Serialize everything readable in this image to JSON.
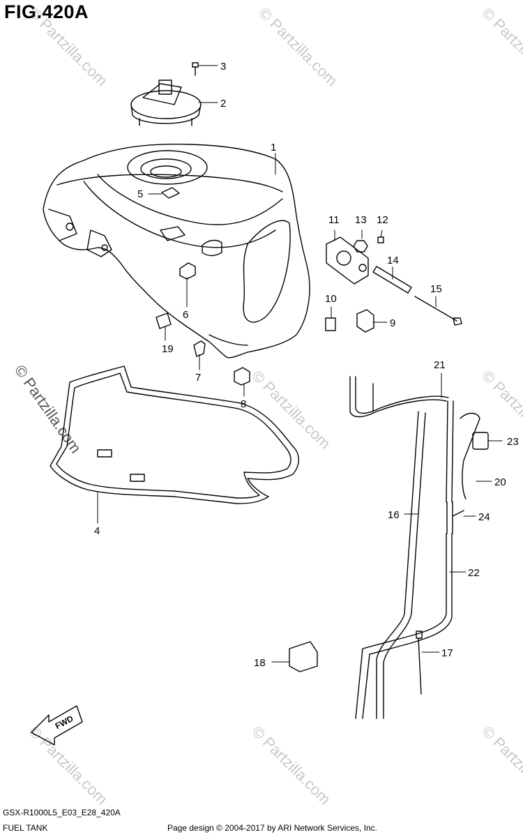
{
  "figure": {
    "title": "FIG.420A",
    "model_code": "GSX-R1000L5_E03_E28_420A",
    "section_name": "FUEL TANK",
    "credit": "Page design © 2004-2017 by ARI Network Services, Inc."
  },
  "watermark": {
    "text": "© Partzilla.com"
  },
  "direction_marker": {
    "label": "FWD"
  },
  "callouts": [
    {
      "id": "1",
      "label": "1"
    },
    {
      "id": "2",
      "label": "2"
    },
    {
      "id": "3",
      "label": "3"
    },
    {
      "id": "4",
      "label": "4"
    },
    {
      "id": "5",
      "label": "5"
    },
    {
      "id": "6",
      "label": "6"
    },
    {
      "id": "7",
      "label": "7"
    },
    {
      "id": "8",
      "label": "8"
    },
    {
      "id": "9",
      "label": "9"
    },
    {
      "id": "10",
      "label": "10"
    },
    {
      "id": "11",
      "label": "11"
    },
    {
      "id": "12",
      "label": "12"
    },
    {
      "id": "13",
      "label": "13"
    },
    {
      "id": "14",
      "label": "14"
    },
    {
      "id": "15",
      "label": "15"
    },
    {
      "id": "16",
      "label": "16"
    },
    {
      "id": "17",
      "label": "17"
    },
    {
      "id": "18",
      "label": "18"
    },
    {
      "id": "19",
      "label": "19"
    },
    {
      "id": "20",
      "label": "20"
    },
    {
      "id": "21",
      "label": "21"
    },
    {
      "id": "22",
      "label": "22"
    },
    {
      "id": "23",
      "label": "23"
    },
    {
      "id": "24",
      "label": "24"
    }
  ]
}
